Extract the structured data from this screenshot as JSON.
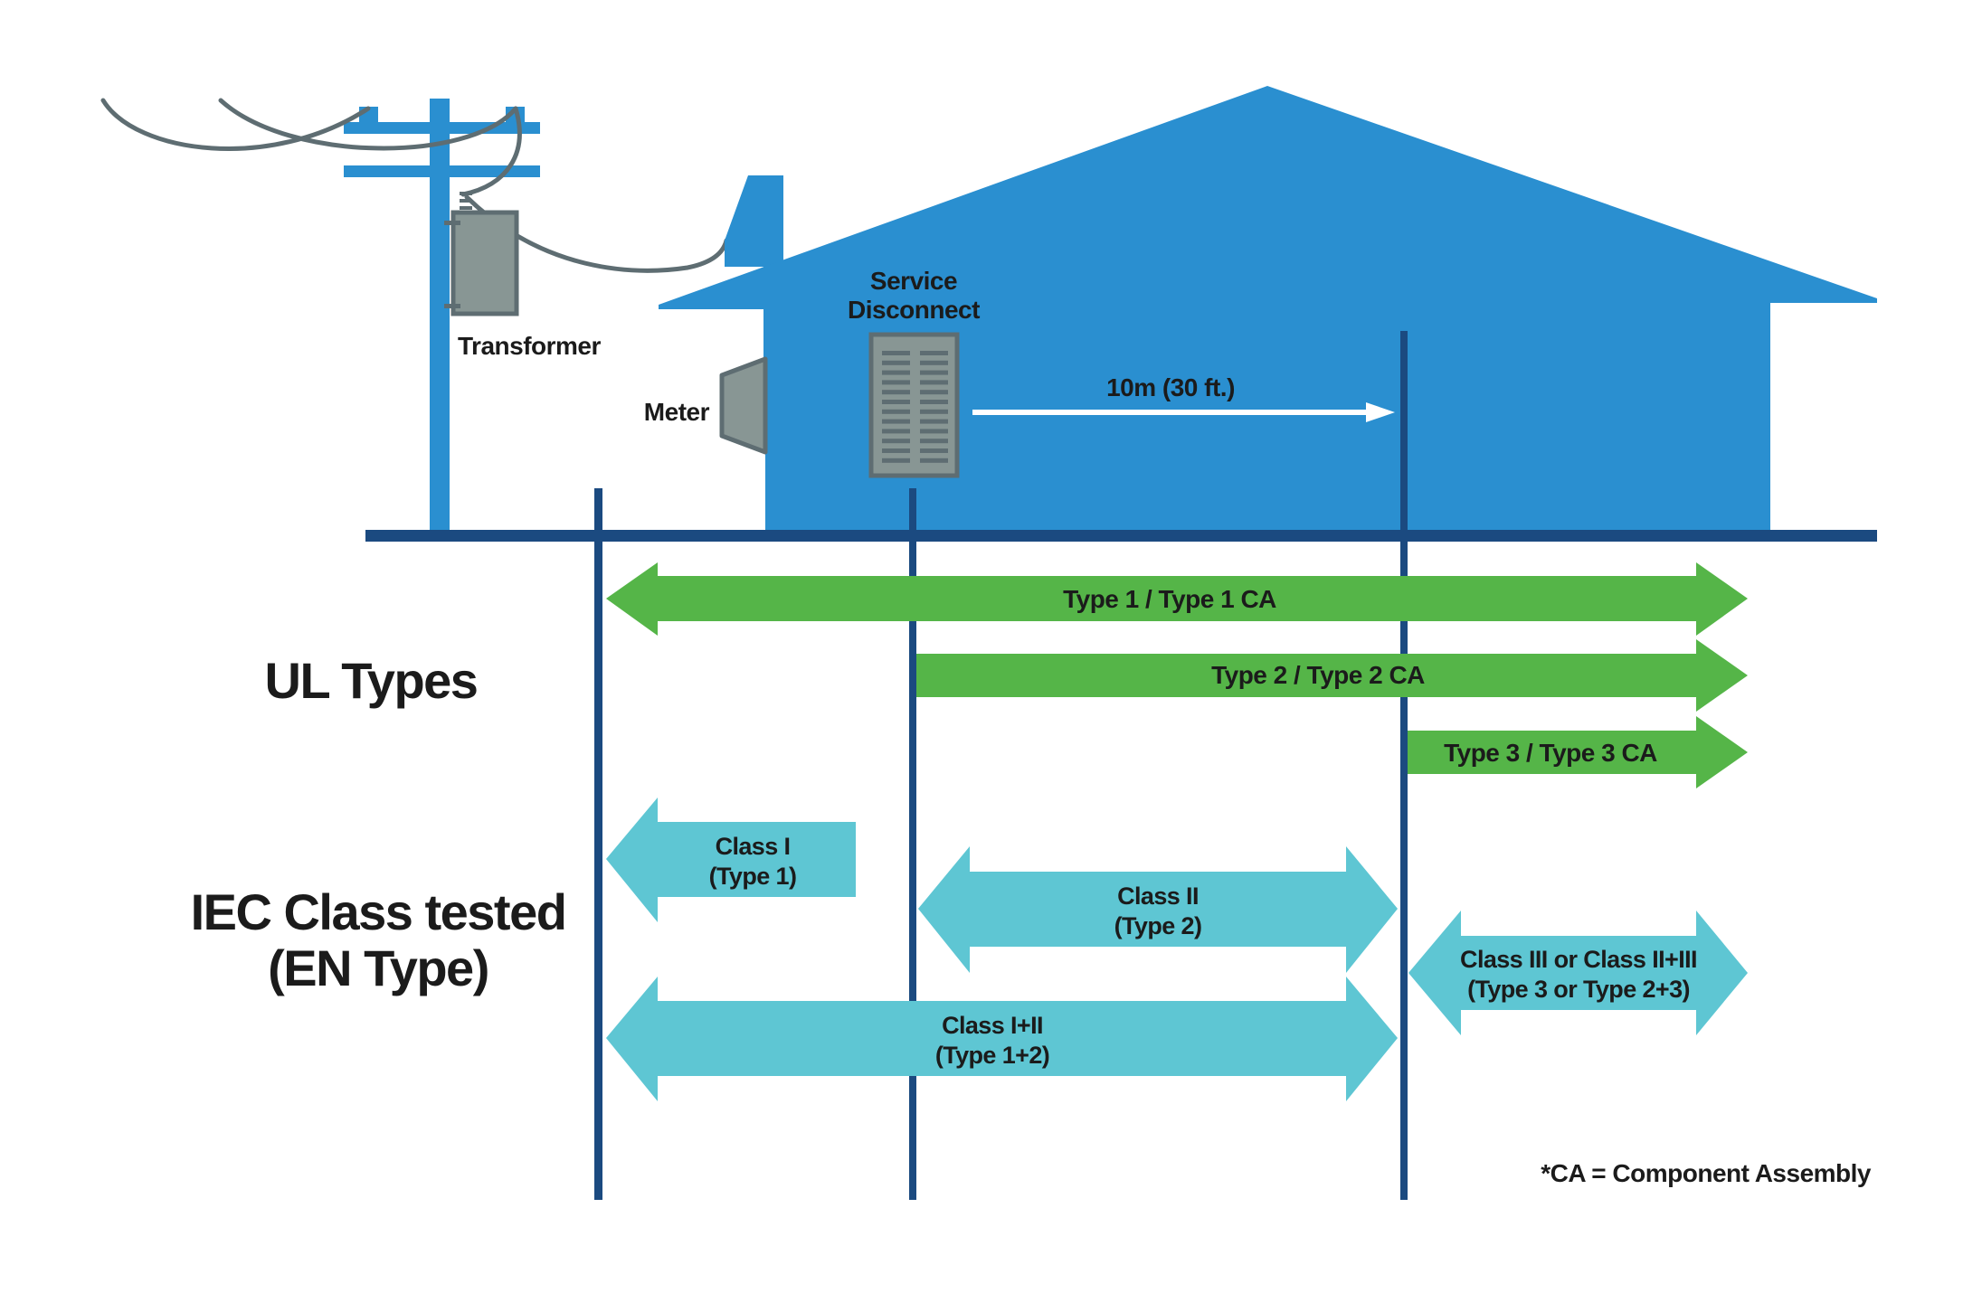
{
  "title": "Surge protective device placement: UL Types vs IEC Class",
  "colors": {
    "house_blue": "#2a8fd0",
    "pole_blue": "#2a8fd0",
    "ground_navy": "#1b4a80",
    "ul_green": "#55b548",
    "iec_cyan": "#5ec6d3",
    "equipment_gray": "#889694",
    "equipment_stroke": "#5e6d72",
    "wire_gray": "#5e6d72",
    "text": "#1b1b1b",
    "measure_arrow": "#ffffff"
  },
  "scene": {
    "transformer_label": "Transformer",
    "meter_label": "Meter",
    "service_disconnect_label": [
      "Service",
      "Disconnect"
    ],
    "distance_label": "10m (30 ft.)",
    "breaker_rows": 12
  },
  "sections": {
    "ul_heading": "UL Types",
    "iec_heading": [
      "IEC Class tested",
      "(EN Type)"
    ]
  },
  "ul_types": [
    {
      "label": "Type 1 / Type 1 CA",
      "from": "utility",
      "to": "loads",
      "arrows": "both"
    },
    {
      "label": "Type 2 / Type 2 CA",
      "from": "service-disconnect",
      "to": "loads",
      "arrows": "right"
    },
    {
      "label": "Type 3 / Type 3 CA",
      "from": "10m-point",
      "to": "loads",
      "arrows": "right"
    }
  ],
  "iec_classes": [
    {
      "lines": [
        "Class I",
        "(Type 1)"
      ],
      "from": "utility",
      "to": "before-service-disconnect",
      "arrows": "left"
    },
    {
      "lines": [
        "Class II",
        "(Type 2)"
      ],
      "from": "service-disconnect",
      "to": "10m-point",
      "arrows": "both"
    },
    {
      "lines": [
        "Class I+II",
        "(Type 1+2)"
      ],
      "from": "utility",
      "to": "10m-point",
      "arrows": "both"
    },
    {
      "lines": [
        "Class III or Class II+III",
        "(Type 3 or Type 2+3)"
      ],
      "from": "10m-point",
      "to": "loads",
      "arrows": "both"
    }
  ],
  "footnote": "*CA = Component Assembly"
}
